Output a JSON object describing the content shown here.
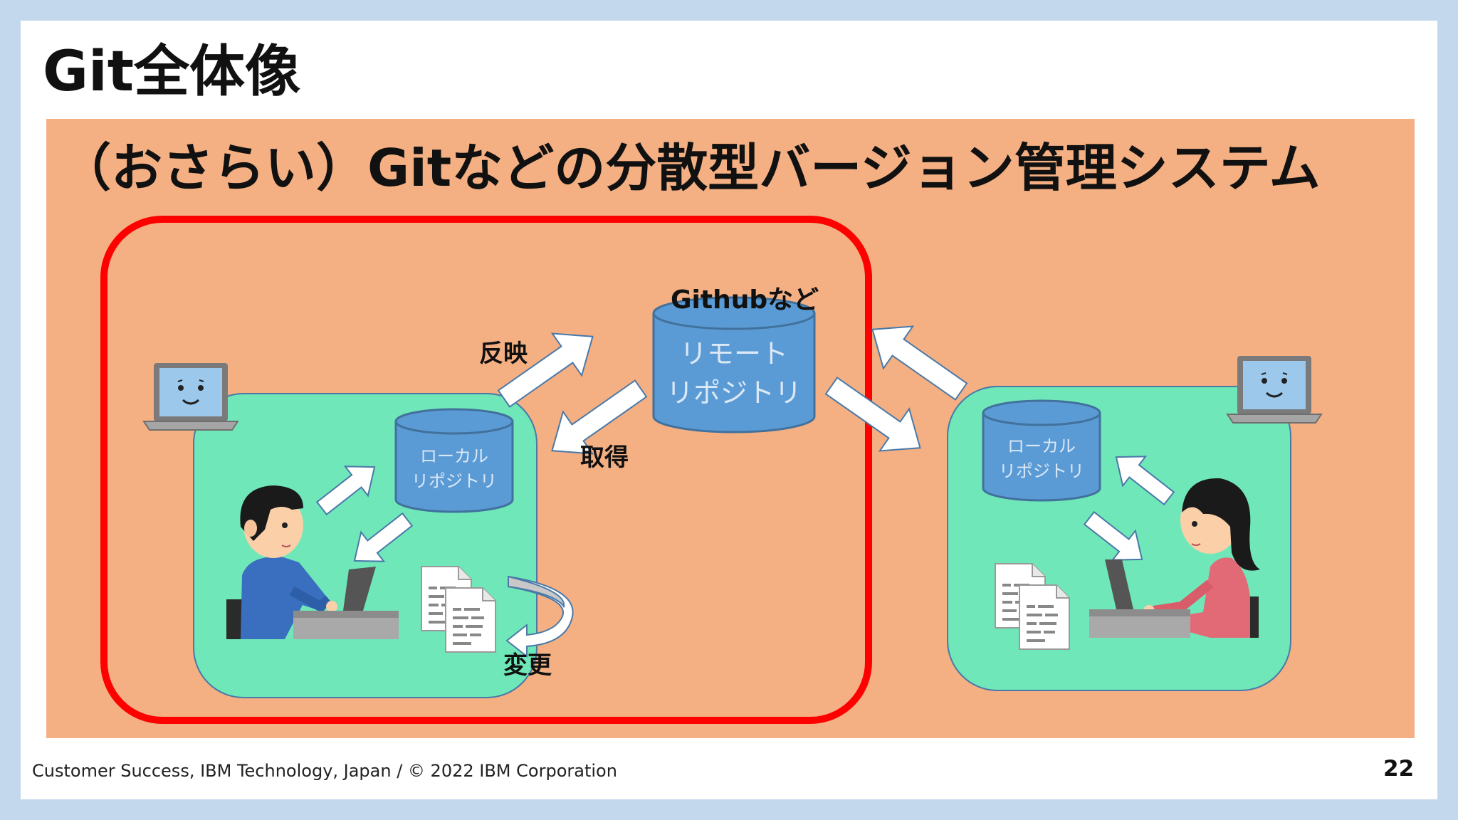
{
  "slide": {
    "title": "Git全体像",
    "subtitle": "（おさらい）Gitなどの分散型バージョン管理システム",
    "footer": "Customer Success, IBM Technology, Japan / © 2022 IBM Corporation",
    "page_number": "22"
  },
  "diagram": {
    "remote_host_label": "Githubなど",
    "remote_repo": {
      "line1": "リモート",
      "line2": "リポジトリ"
    },
    "local_repo_left": {
      "line1": "ローカル",
      "line2": "リポジトリ"
    },
    "local_repo_right": {
      "line1": "ローカル",
      "line2": "リポジトリ"
    },
    "arrow_reflect_label": "反映",
    "arrow_fetch_label": "取得",
    "change_label": "変更"
  },
  "colors": {
    "background": "#c3d8ec",
    "panel": "#f4b083",
    "workspace": "#6fe7b8",
    "repository": "#5b9bd5",
    "highlight_border": "#ff0000"
  },
  "icons": [
    "laptop-face-icon",
    "person-male-icon",
    "person-female-icon",
    "document-icon",
    "curved-arrow-icon"
  ]
}
